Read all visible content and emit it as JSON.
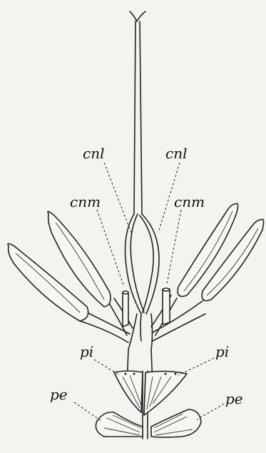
{
  "labels": {
    "cnl_left": "cnl",
    "cnl_right": "cnl",
    "cnm_left": "cnm",
    "cnm_right": "cnm",
    "pi_left": "pi",
    "pi_right": "pi",
    "pe_left": "pe",
    "pe_right": "pe"
  }
}
